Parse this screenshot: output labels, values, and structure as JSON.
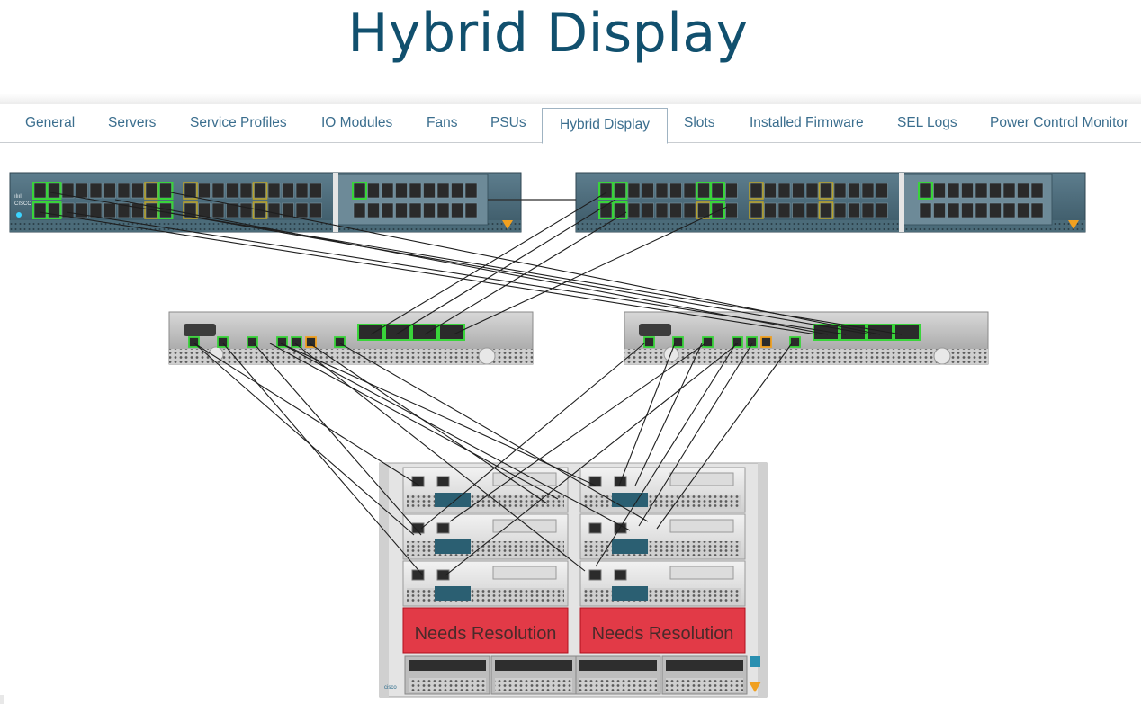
{
  "page": {
    "title": "Hybrid Display"
  },
  "tabs": [
    {
      "label": "General",
      "active": false
    },
    {
      "label": "Servers",
      "active": false
    },
    {
      "label": "Service Profiles",
      "active": false
    },
    {
      "label": "IO Modules",
      "active": false
    },
    {
      "label": "Fans",
      "active": false
    },
    {
      "label": "PSUs",
      "active": false
    },
    {
      "label": "Hybrid Display",
      "active": true
    },
    {
      "label": "Slots",
      "active": false
    },
    {
      "label": "Installed Firmware",
      "active": false
    },
    {
      "label": "SEL Logs",
      "active": false
    },
    {
      "label": "Power Control Monitor",
      "active": false
    }
  ],
  "chassis": {
    "brand": "cisco",
    "alert_label": "Needs Resolution",
    "alert_slot_count": 2
  },
  "colors": {
    "link_active": "#39d43a",
    "link_warning": "#b7a12a",
    "port_orange": "#f0a020",
    "alert_red": "#e21c2c",
    "alert_text": "#4a2a2a",
    "tab_text": "#3b6e8e",
    "title": "#11506e"
  }
}
